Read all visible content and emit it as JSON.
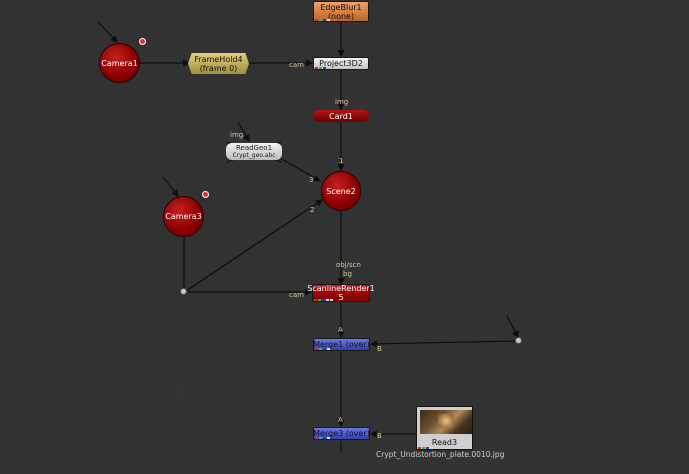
{
  "nodes": {
    "edgeblur": {
      "label": "EdgeBlur1",
      "sub": "(none)",
      "color": "#d9834a"
    },
    "camera1": {
      "label": "Camera1"
    },
    "framehold": {
      "label": "FrameHold4",
      "sub": "(frame 0)",
      "color": "#c9b45a"
    },
    "project3d": {
      "label": "Project3D2"
    },
    "card": {
      "label": "Card1"
    },
    "readgeo": {
      "label": "ReadGeo1",
      "sub": "Crypt_geo.abc"
    },
    "scene": {
      "label": "Scene2"
    },
    "camera3": {
      "label": "Camera3"
    },
    "scanline": {
      "label": "ScanlineRender1",
      "sub": "5"
    },
    "merge1": {
      "label": "Merge1 (over)"
    },
    "merge3": {
      "label": "Merge3 (over)"
    },
    "read3": {
      "label": "Read3",
      "sub": "Crypt_Undistortion_plate.0010.jpg"
    }
  },
  "input_labels": {
    "project_cam": "cam",
    "card_img": "img",
    "readgeo_img": "img",
    "scene_in1": "1",
    "scene_in2": "2",
    "scene_in3": "3",
    "scan_obj": "obj/scn",
    "scan_bg": "bg",
    "scan_cam": "cam",
    "merge1_a": "A",
    "merge1_b": "B",
    "merge3_a": "A",
    "merge3_b": "B"
  },
  "colors": {
    "background": "#323232",
    "pipe": "#0d0d0d",
    "scanline": "#a00a0a",
    "merge": "#4c5bd4",
    "camera": "#a30d0d"
  }
}
